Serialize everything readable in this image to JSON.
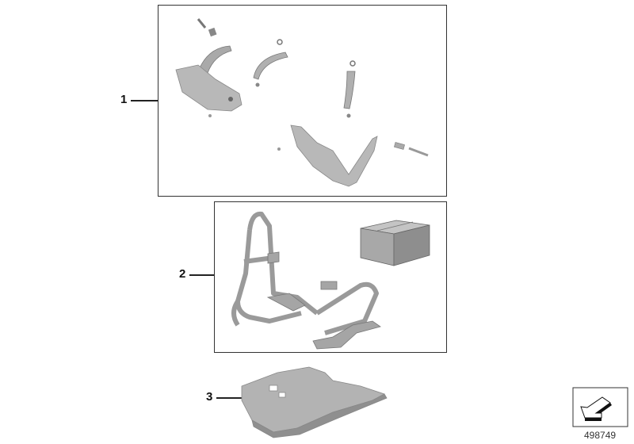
{
  "callouts": [
    {
      "number": "1",
      "description_group": "hand-guard-set"
    },
    {
      "number": "2",
      "description_group": "engine-protection-bar-set"
    },
    {
      "number": "3",
      "description_group": "engine-skid-plate"
    }
  ],
  "reference_number": "498749",
  "colors": {
    "part_fill": "#b8b8b8",
    "part_shade": "#8d8d8d",
    "frame": "#333333"
  }
}
